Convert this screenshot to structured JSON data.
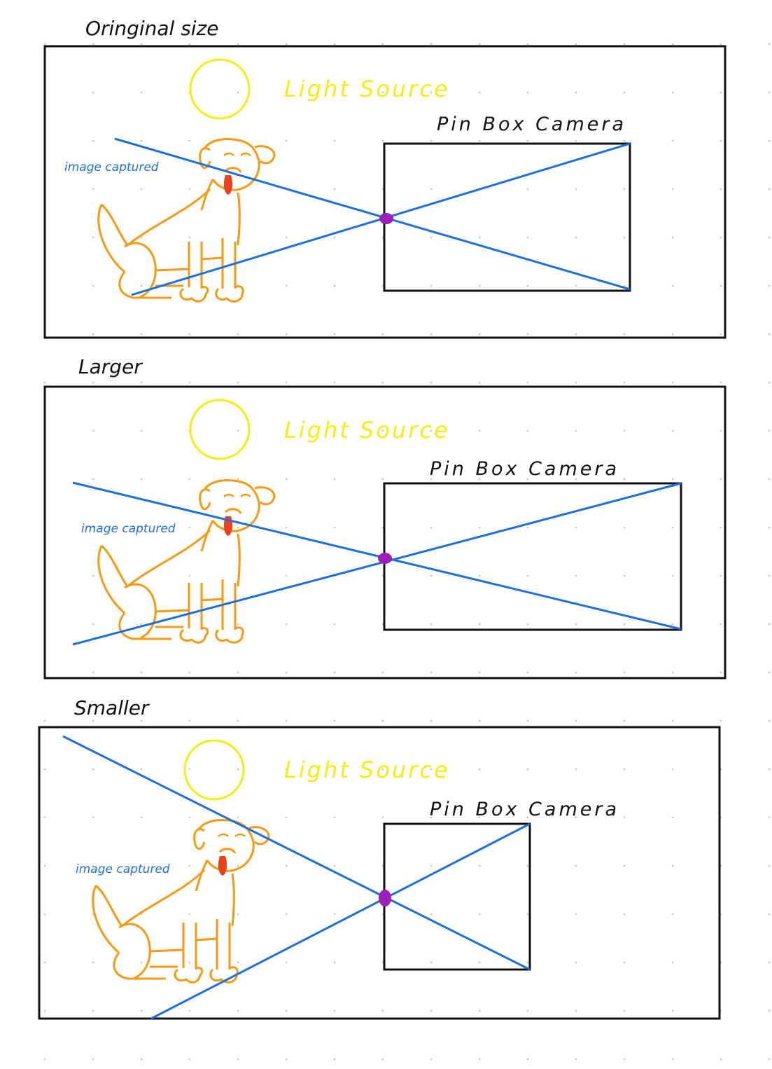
{
  "colors": {
    "frame": "#111111",
    "ray": "#1f6fd8",
    "sun": "#f2ee14",
    "dog": "#f59a14",
    "tongue": "#e8431e",
    "pinhole": "#9b1fb8",
    "grid_dot": "#c9c9c9"
  },
  "icons": {
    "light": "sun-circle",
    "subject": "dog-sketch",
    "pinhole": "pinhole-dot"
  },
  "panels": [
    {
      "title": "Oringinal size",
      "light_label": "Light Source",
      "camera_label": "Pin Box Camera",
      "capture_label": "image captured"
    },
    {
      "title": "Larger",
      "light_label": "Light Source",
      "camera_label": "Pin Box Camera",
      "capture_label": "image captured"
    },
    {
      "title": "Smaller",
      "light_label": "Light Source",
      "camera_label": "Pin Box Camera",
      "capture_label": "image captured"
    }
  ]
}
